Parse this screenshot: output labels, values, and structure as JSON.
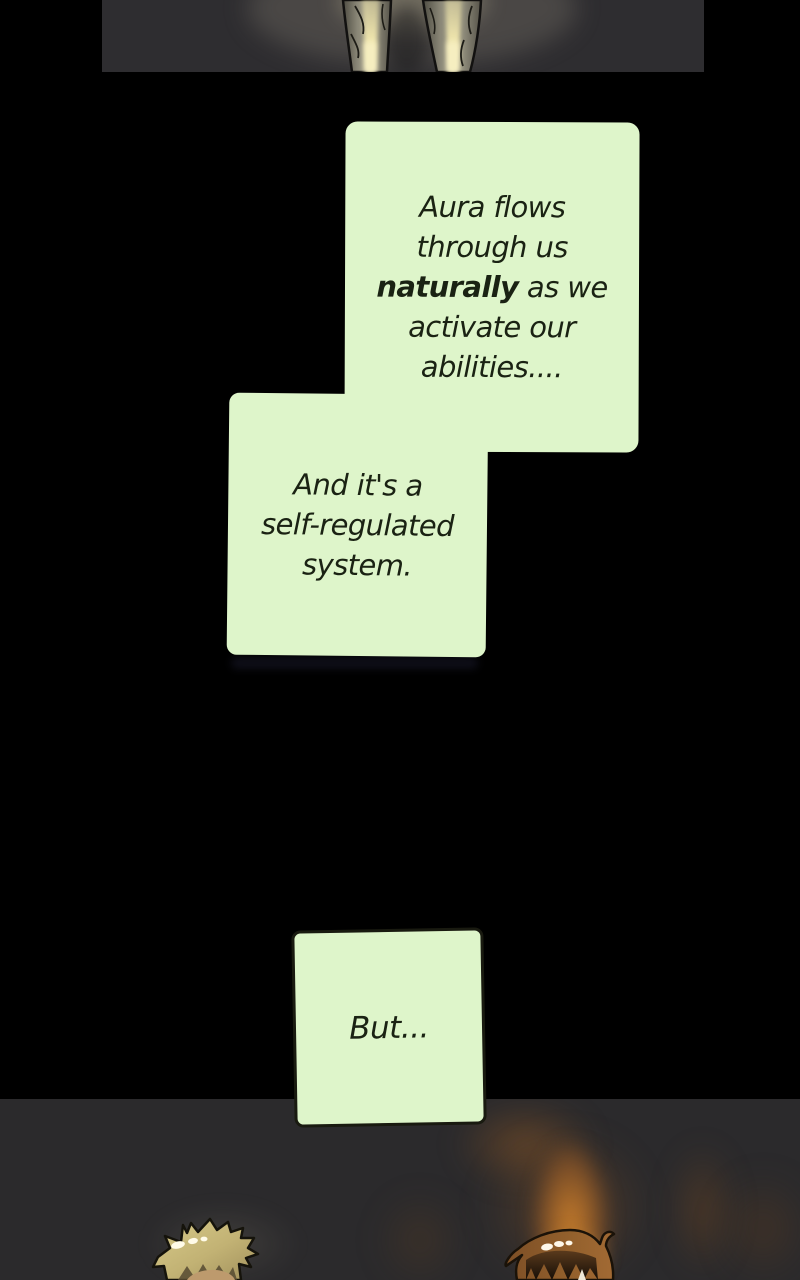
{
  "comic": {
    "kind": "webtoon-episode-strip",
    "colors": {
      "page_background": "#000000",
      "panel_top_bg": "#2e2d30",
      "panel_bottom_bg": "#2b2a2c",
      "speech_bubble_bg": "#def5ca",
      "speech_text": "#1a2213",
      "aura_flame_orange": "#de8a2c",
      "leg_glow_cream": "#f3eab8"
    },
    "bubbles": {
      "aura": {
        "line1": "Aura flows",
        "line2": "through us",
        "line3_bold": "naturally",
        "line3_rest": " as we",
        "line4": "activate our",
        "line5": "abilities...."
      },
      "system": {
        "line1": "And it's a",
        "line2": "self-regulated",
        "line3": "system."
      },
      "but": {
        "line1": "But..."
      }
    }
  }
}
